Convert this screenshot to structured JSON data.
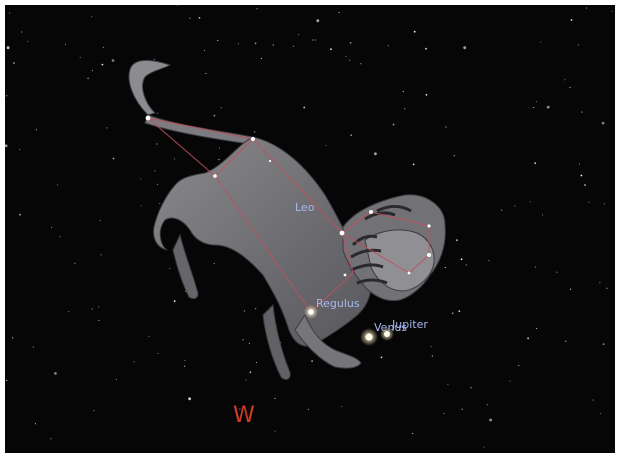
{
  "constellation": {
    "name": "Leo"
  },
  "stars": {
    "regulus": "Regulus"
  },
  "planets": {
    "venus": "Venus",
    "jupiter": "Jupiter"
  },
  "cardinal": {
    "west": "W"
  },
  "colors": {
    "sky": "#060607",
    "constellation_line": "#c0505a",
    "label": "#a9b7ee",
    "cardinal": "#d33a22"
  }
}
